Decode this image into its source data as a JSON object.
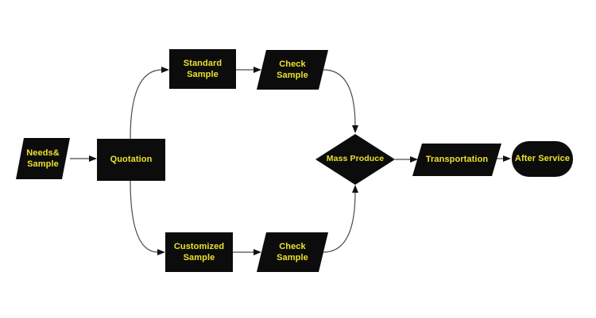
{
  "diagram": {
    "type": "flowchart",
    "background_color": "#ffffff",
    "node_fill_color": "#0c0c0c",
    "node_text_color": "#ece22d",
    "connector_color": "#4a4a4a",
    "arrowhead_color": "#111111",
    "nodes": [
      {
        "id": "needs-sample",
        "label": "Needs&\nSample",
        "shape": "parallelogram"
      },
      {
        "id": "quotation",
        "label": "Quotation",
        "shape": "rectangle"
      },
      {
        "id": "standard-sample",
        "label": "Standard\nSample",
        "shape": "rectangle"
      },
      {
        "id": "check-sample-top",
        "label": "Check\nSample",
        "shape": "parallelogram"
      },
      {
        "id": "customized-sample",
        "label": "Customized\nSample",
        "shape": "rectangle"
      },
      {
        "id": "check-sample-bottom",
        "label": "Check\nSample",
        "shape": "parallelogram"
      },
      {
        "id": "mass-produce",
        "label": "Mass Produce",
        "shape": "diamond"
      },
      {
        "id": "transportation",
        "label": "Transportation",
        "shape": "parallelogram"
      },
      {
        "id": "after-service",
        "label": "After Service",
        "shape": "stadium"
      }
    ],
    "edges": [
      {
        "from": "needs-sample",
        "to": "quotation"
      },
      {
        "from": "quotation",
        "to": "standard-sample"
      },
      {
        "from": "quotation",
        "to": "customized-sample"
      },
      {
        "from": "standard-sample",
        "to": "check-sample-top"
      },
      {
        "from": "customized-sample",
        "to": "check-sample-bottom"
      },
      {
        "from": "check-sample-top",
        "to": "mass-produce"
      },
      {
        "from": "check-sample-bottom",
        "to": "mass-produce"
      },
      {
        "from": "mass-produce",
        "to": "transportation"
      },
      {
        "from": "transportation",
        "to": "after-service"
      }
    ]
  }
}
